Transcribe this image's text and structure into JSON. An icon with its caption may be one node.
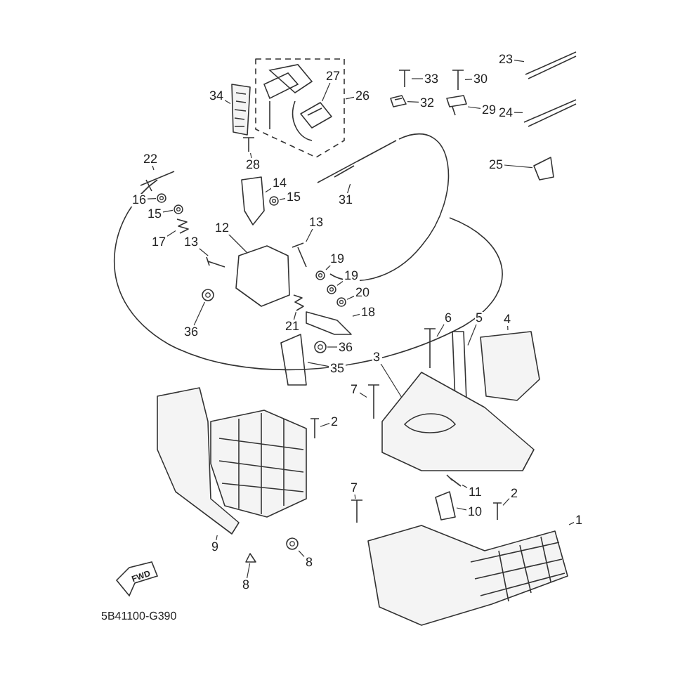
{
  "diagram": {
    "nodes": [
      {
        "text": [],
        "shape": "box"
      },
      {
        "text": [
          "23"
        ]
      },
      {
        "text": [
          "34"
        ]
      },
      {
        "text": [
          "33"
        ]
      },
      {
        "text": [
          "30"
        ]
      },
      {
        "text": [
          "27"
        ],
        "in": 0
      },
      {
        "text": [
          "26"
        ]
      },
      {
        "text": [
          "32"
        ]
      },
      {
        "text": [
          "29"
        ]
      },
      {
        "text": [
          "24"
        ]
      },
      {
        "text": [
          "22"
        ]
      },
      {
        "text": [
          "28"
        ]
      },
      {
        "text": [
          "25"
        ]
      },
      {
        "text": [
          "14"
        ]
      },
      {
        "text": [
          "16"
        ]
      },
      {
        "text": [
          "15"
        ]
      },
      {
        "text": [
          "15"
        ]
      },
      {
        "text": [
          "31"
        ]
      },
      {
        "text": [
          "17"
        ]
      },
      {
        "text": [
          "13"
        ]
      },
      {
        "text": [
          "12"
        ]
      },
      {
        "text": [
          "13"
        ]
      },
      {
        "text": [
          "19"
        ]
      },
      {
        "text": [
          "19"
        ]
      },
      {
        "text": [
          "20"
        ]
      },
      {
        "text": [
          "18"
        ]
      },
      {
        "text": [
          "21"
        ]
      },
      {
        "text": [
          "6"
        ]
      },
      {
        "text": [
          "5"
        ]
      },
      {
        "text": [
          "4"
        ]
      },
      {
        "text": [
          "36"
        ]
      },
      {
        "text": [
          "36"
        ]
      },
      {
        "text": [
          "35"
        ]
      },
      {
        "text": [
          "3"
        ]
      },
      {
        "text": [
          "7"
        ]
      },
      {
        "text": [
          "2"
        ]
      },
      {
        "text": [
          "7"
        ]
      },
      {
        "text": [
          "11"
        ]
      },
      {
        "text": [
          "2"
        ]
      },
      {
        "text": [
          "10"
        ]
      },
      {
        "text": [
          "9"
        ]
      },
      {
        "text": [
          "8"
        ]
      },
      {
        "text": [
          "1"
        ]
      },
      {
        "text": [
          "8"
        ]
      },
      {
        "text": [],
        "shape": "picture"
      },
      {
        "text": [],
        "shape": "picture"
      },
      {
        "text": [],
        "shape": "picture"
      },
      {
        "text": [],
        "shape": "picture"
      },
      {
        "text": [],
        "shape": "picture",
        "in": 0
      },
      {
        "text": [],
        "shape": "picture"
      },
      {
        "text": [],
        "shape": "picture"
      },
      {
        "text": [],
        "shape": "picture"
      },
      {
        "text": [],
        "shape": "picture"
      },
      {
        "text": [],
        "shape": "picture"
      },
      {
        "text": [],
        "shape": "picture"
      },
      {
        "text": [],
        "shape": "picture"
      },
      {
        "text": [],
        "shape": "circle"
      },
      {
        "text": [],
        "shape": "circle"
      },
      {
        "text": [],
        "shape": "circle"
      },
      {
        "text": [],
        "shape": "picture"
      },
      {
        "text": [],
        "shape": "picture"
      },
      {
        "text": [],
        "shape": "picture"
      },
      {
        "text": [],
        "shape": "picture"
      },
      {
        "text": [],
        "shape": "picture"
      },
      {
        "text": [],
        "shape": "circle"
      },
      {
        "text": [],
        "shape": "circle"
      },
      {
        "text": [],
        "shape": "circle"
      },
      {
        "text": [],
        "shape": "picture"
      },
      {
        "text": [],
        "shape": "picture"
      },
      {
        "text": [],
        "shape": "picture"
      },
      {
        "text": [],
        "shape": "picture"
      },
      {
        "text": [],
        "shape": "picture"
      },
      {
        "text": [],
        "shape": "circle"
      },
      {
        "text": [],
        "shape": "circle"
      },
      {
        "text": [],
        "shape": "picture"
      },
      {
        "text": [],
        "shape": "picture"
      },
      {
        "text": [],
        "shape": "picture"
      },
      {
        "text": [],
        "shape": "picture"
      },
      {
        "text": [],
        "shape": "picture"
      },
      {
        "text": [],
        "shape": "picture"
      },
      {
        "text": [],
        "shape": "picture"
      },
      {
        "text": [],
        "shape": "picture"
      },
      {
        "text": [],
        "shape": "picture"
      },
      {
        "text": [],
        "shape": "circle"
      },
      {
        "text": [],
        "shape": "picture"
      },
      {
        "text": [],
        "shape": "picture"
      }
    ],
    "edges": [
      {
        "from": 1,
        "to": 44,
        "arrow": "none"
      },
      {
        "from": 2,
        "to": 45,
        "arrow": "none"
      },
      {
        "from": 3,
        "to": 46,
        "arrow": "none"
      },
      {
        "from": 4,
        "to": 47,
        "arrow": "none"
      },
      {
        "from": 5,
        "to": 48,
        "arrow": "none"
      },
      {
        "from": 6,
        "to": 0,
        "arrow": "none"
      },
      {
        "from": 7,
        "to": 49,
        "arrow": "none"
      },
      {
        "from": 8,
        "to": 50,
        "arrow": "none"
      },
      {
        "from": 9,
        "to": 51,
        "arrow": "none"
      },
      {
        "from": 10,
        "to": 52,
        "arrow": "none"
      },
      {
        "from": 11,
        "to": 53,
        "arrow": "none"
      },
      {
        "from": 12,
        "to": 54,
        "arrow": "none"
      },
      {
        "from": 13,
        "to": 55,
        "arrow": "none"
      },
      {
        "from": 14,
        "to": 56,
        "arrow": "none"
      },
      {
        "from": 15,
        "to": 57,
        "arrow": "none"
      },
      {
        "from": 16,
        "to": 58,
        "arrow": "none"
      },
      {
        "from": 17,
        "to": 59,
        "arrow": "none"
      },
      {
        "from": 18,
        "to": 60,
        "arrow": "none"
      },
      {
        "from": 19,
        "to": 61,
        "arrow": "none"
      },
      {
        "from": 20,
        "to": 62,
        "arrow": "none"
      },
      {
        "from": 21,
        "to": 63,
        "arrow": "none"
      },
      {
        "from": 22,
        "to": 64,
        "arrow": "none"
      },
      {
        "from": 23,
        "to": 65,
        "arrow": "none"
      },
      {
        "from": 24,
        "to": 66,
        "arrow": "none"
      },
      {
        "from": 25,
        "to": 67,
        "arrow": "none"
      },
      {
        "from": 26,
        "to": 68,
        "arrow": "none"
      },
      {
        "from": 27,
        "to": 69,
        "arrow": "none"
      },
      {
        "from": 28,
        "to": 70,
        "arrow": "none"
      },
      {
        "from": 29,
        "to": 71,
        "arrow": "none"
      },
      {
        "from": 30,
        "to": 72,
        "arrow": "none"
      },
      {
        "from": 31,
        "to": 73,
        "arrow": "none"
      },
      {
        "from": 32,
        "to": 74,
        "arrow": "none"
      },
      {
        "from": 33,
        "to": 75,
        "arrow": "none"
      },
      {
        "from": 34,
        "to": 76,
        "arrow": "none"
      },
      {
        "from": 35,
        "to": 77,
        "arrow": "none"
      },
      {
        "from": 36,
        "to": 78,
        "arrow": "none"
      },
      {
        "from": 37,
        "to": 79,
        "arrow": "none"
      },
      {
        "from": 38,
        "to": 80,
        "arrow": "none"
      },
      {
        "from": 39,
        "to": 81,
        "arrow": "none"
      },
      {
        "from": 40,
        "to": 82,
        "arrow": "none"
      },
      {
        "from": 41,
        "to": 83,
        "arrow": "none"
      },
      {
        "from": 42,
        "to": 84,
        "arrow": "none"
      },
      {
        "from": 43,
        "to": 85,
        "arrow": "none"
      }
    ],
    "labels": [
      "FWD",
      "5B41100-G390"
    ]
  }
}
